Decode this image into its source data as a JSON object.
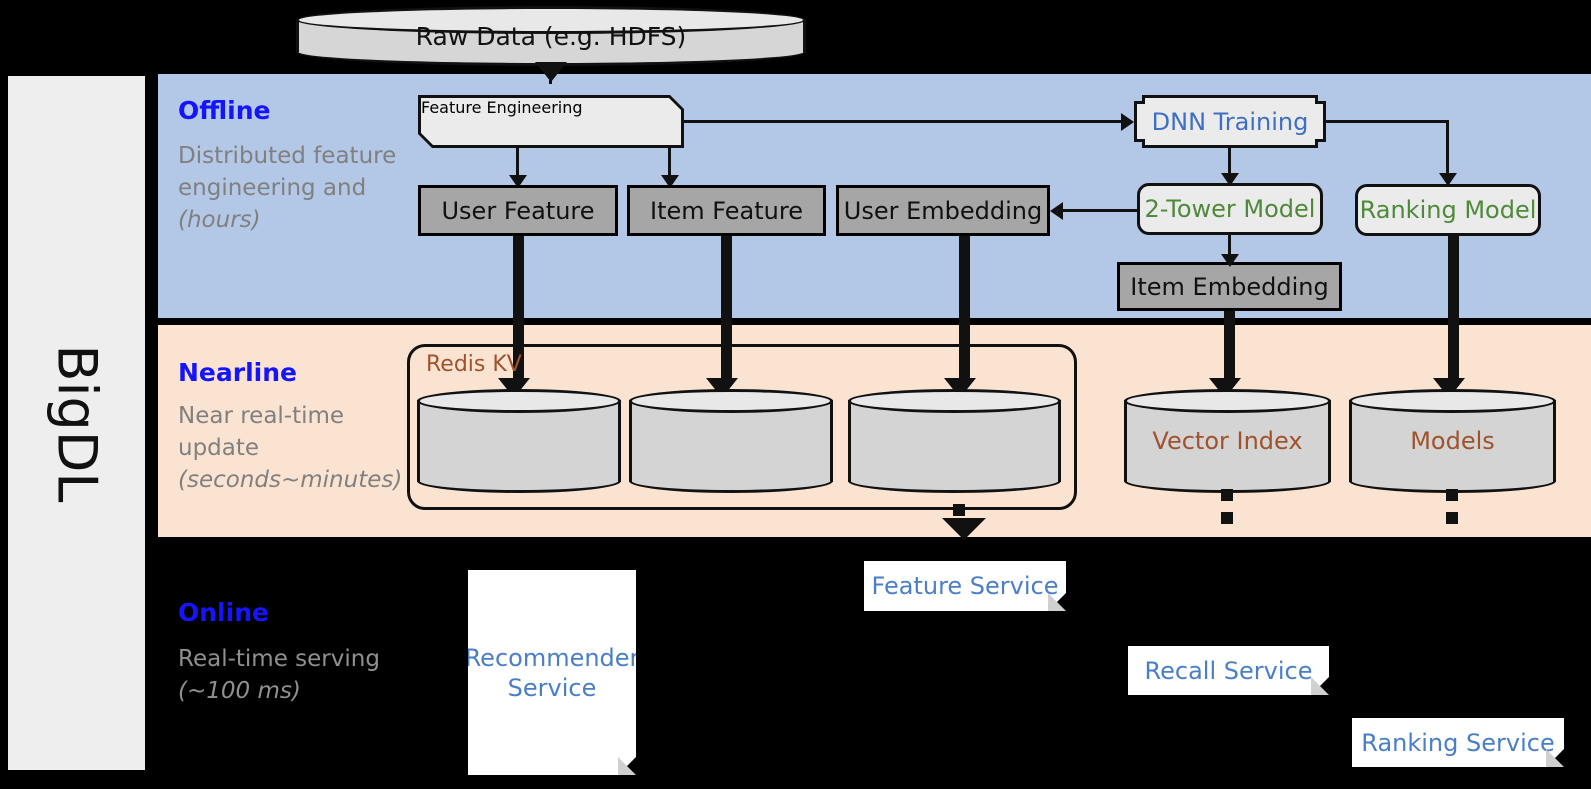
{
  "framework": {
    "name": "BigDL"
  },
  "bands": [
    {
      "id": "offline",
      "title": "Offline",
      "description": "Distributed feature engineering and ",
      "description_italic": "(hours)",
      "bg": "#b3c7e6",
      "title_color": "#1414ff"
    },
    {
      "id": "nearline",
      "title": "Nearline",
      "description": "Near real-time update ",
      "description_italic": "(seconds~minutes)",
      "bg": "#fbe3d2",
      "title_color": "#1414ff"
    },
    {
      "id": "online",
      "title": "Online",
      "description": "Real-time serving ",
      "description_italic": "(~100 ms)",
      "bg": "#000000",
      "title_color": "#1414ff"
    }
  ],
  "nodes": {
    "raw_data": "Raw Data (e.g. HDFS)",
    "feature_engineering": "Feature Engineering",
    "dnn_training": "DNN Training",
    "user_feature": "User Feature",
    "item_feature": "Item Feature",
    "user_embedding": "User Embedding",
    "item_embedding": "Item Embedding",
    "two_tower_model": "2-Tower Model",
    "ranking_model": "Ranking Model",
    "redis_kv": "Redis KV",
    "vector_index": "Vector Index",
    "models": "Models",
    "recommender_service": "Recommender Service",
    "feature_service": "Feature Service",
    "recall_service": "Recall Service",
    "ranking_service": "Ranking Service"
  },
  "colors": {
    "offline_band": "#b3c7e6",
    "nearline_band": "#fbe3d2",
    "online_band": "#000000",
    "grey_box": "#a6a6a6",
    "process_box": "#ebebeb",
    "blue_text": "#3f6fc4",
    "green_text": "#4e8a3a",
    "brown_text": "#a0522d",
    "band_title": "#1414ff",
    "band_desc": "#808080",
    "rail": "#eeeeee"
  }
}
